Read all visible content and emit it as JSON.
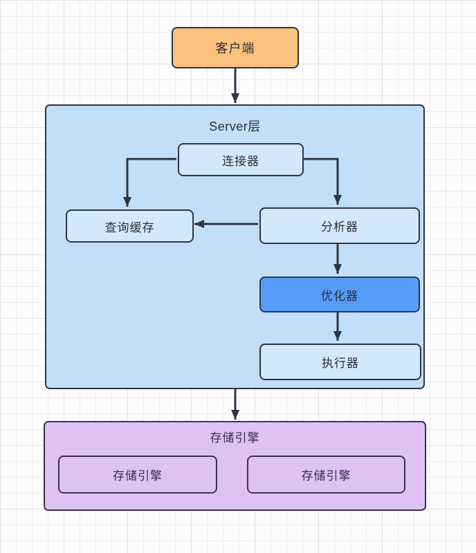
{
  "diagram": {
    "client": {
      "label": "客户端"
    },
    "server_layer": {
      "title": "Server层",
      "nodes": {
        "connector": {
          "label": "连接器"
        },
        "query_cache": {
          "label": "查询缓存"
        },
        "analyzer": {
          "label": "分析器"
        },
        "optimizer": {
          "label": "优化器"
        },
        "executor": {
          "label": "执行器"
        }
      }
    },
    "storage_layer": {
      "title": "存储引擎",
      "engines": [
        {
          "label": "存储引擎"
        },
        {
          "label": "存储引擎"
        }
      ]
    },
    "edges": [
      "客户端→Server层",
      "连接器→查询缓存",
      "连接器→分析器",
      "分析器→查询缓存",
      "分析器→优化器",
      "优化器→执行器",
      "Server层→存储引擎"
    ],
    "colors": {
      "client_fill": "#f9c27e",
      "server_fill": "#c2def8",
      "node_fill": "#d3e8fb",
      "optimizer_fill": "#549cf8",
      "storage_fill": "#dfc2f4",
      "border_dark": "#2f3542",
      "storage_border": "#3a3153",
      "arrow": "#2f3542",
      "grid_minor": "#ededef",
      "grid_major": "#e4e4e6"
    }
  }
}
